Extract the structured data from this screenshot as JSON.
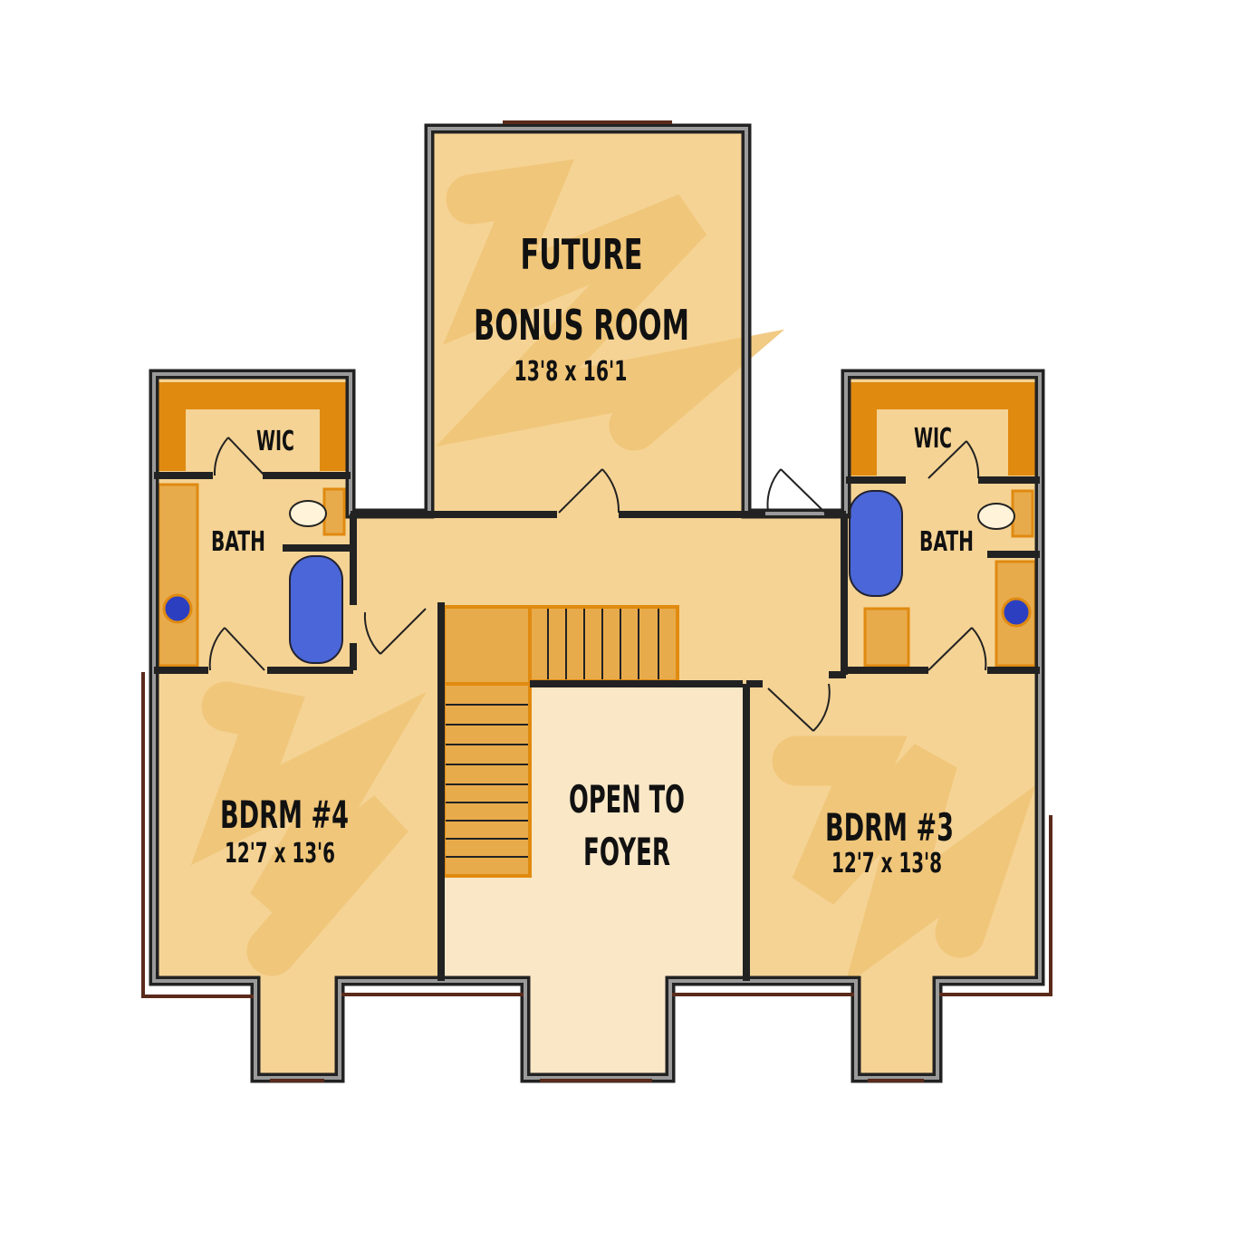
{
  "colors": {
    "floor": "#F5D394",
    "floor_blob": "#F0C477",
    "open_area": "#F9E7C6",
    "cabinet": "#E8AB4C",
    "cabinet_edge": "#E08A10",
    "tub": "#4A66D8",
    "wall": "#222222",
    "wall_core": "#9A9A9A",
    "exterior_trim": "#5A2A1A"
  },
  "rooms": {
    "bonus": {
      "line1": "FUTURE",
      "line2": "BONUS ROOM",
      "dims": "13'8 x 16'1"
    },
    "wic_left": {
      "label": "WIC"
    },
    "bath_left": {
      "label": "BATH"
    },
    "wic_right": {
      "label": "WIC"
    },
    "bath_right": {
      "label": "BATH"
    },
    "bdrm4": {
      "label": "BDRM #4",
      "dims": "12'7 x 13'6"
    },
    "foyer": {
      "line1": "OPEN TO",
      "line2": "FOYER"
    },
    "bdrm3": {
      "label": "BDRM #3",
      "dims": "12'7 x 13'8"
    }
  }
}
